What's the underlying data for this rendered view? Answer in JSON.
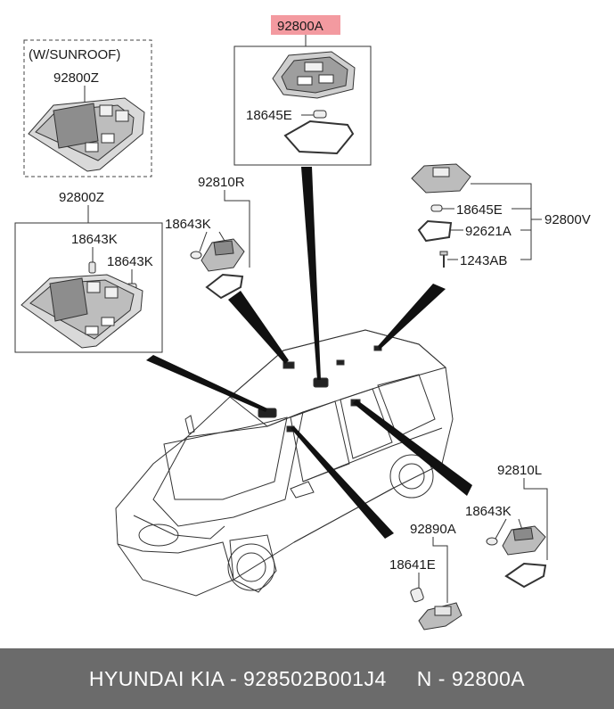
{
  "labels": {
    "sunroof_note": "(W/SUNROOF)",
    "sunroof_part": "92800Z",
    "lamp_z": "92800Z",
    "bulb_k1": "18643K",
    "bulb_k2": "18643K",
    "lamp_r": "92810R",
    "lamp_r_bulb": "18643K",
    "main_lamp": "92800A",
    "main_bulb": "18645E",
    "lamp_v": "92800V",
    "lamp_v_bulb": "18645E",
    "lamp_v_lens": "92621A",
    "lamp_v_screw": "1243AB",
    "lamp_l": "92810L",
    "lamp_l_bulb": "18643K",
    "lamp_trunk": "92890A",
    "lamp_trunk_bulb": "18641E"
  },
  "colors": {
    "highlight": "#f39aa0",
    "footer_bg": "#6b6b6b",
    "footer_text": "#ffffff"
  },
  "footer": {
    "left": "HYUNDAI  KIA - 928502B001J4",
    "right": "N - 92800A"
  }
}
